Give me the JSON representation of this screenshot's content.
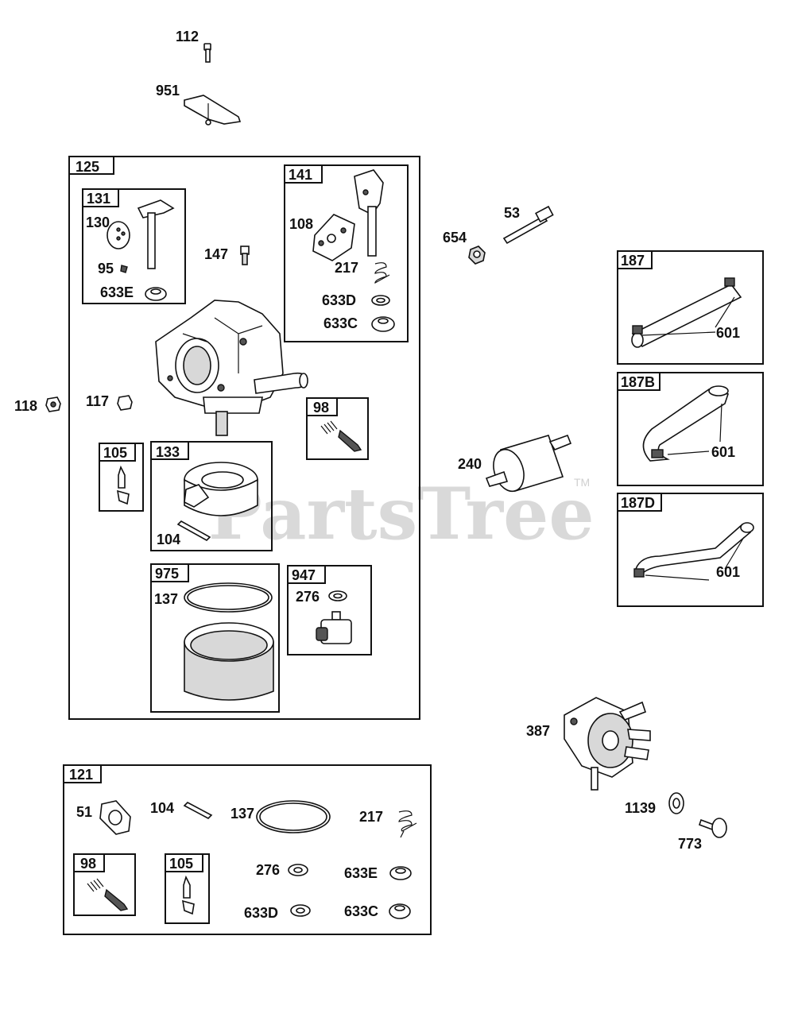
{
  "watermark": {
    "text": "PartsTree",
    "tm": "TM"
  },
  "boxes": {
    "b125": "125",
    "b131": "131",
    "b141": "141",
    "b98a": "98",
    "b105a": "105",
    "b133": "133",
    "b975": "975",
    "b947": "947",
    "b187": "187",
    "b187b": "187B",
    "b187d": "187D",
    "b121": "121",
    "b98b": "98",
    "b105b": "105"
  },
  "labels": {
    "p112": "112",
    "p951": "951",
    "p130": "130",
    "p95": "95",
    "p633e_a": "633E",
    "p147": "147",
    "p108": "108",
    "p217_a": "217",
    "p633d_a": "633D",
    "p633c_a": "633C",
    "p53": "53",
    "p654": "654",
    "p601_a": "601",
    "p601_b": "601",
    "p601_c": "601",
    "p118": "118",
    "p117": "117",
    "p240": "240",
    "p104_a": "104",
    "p137_a": "137",
    "p276_a": "276",
    "p387": "387",
    "p1139": "1139",
    "p773": "773",
    "p51": "51",
    "p104_b": "104",
    "p137_b": "137",
    "p217_b": "217",
    "p276_b": "276",
    "p633e_b": "633E",
    "p633d_b": "633D",
    "p633c_b": "633C"
  }
}
